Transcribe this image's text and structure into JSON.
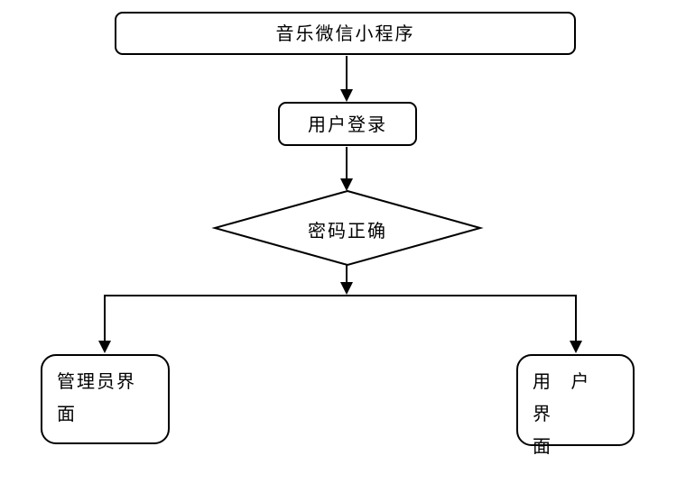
{
  "diagram": {
    "type": "flowchart",
    "title_node": "音乐微信小程序",
    "colors": {
      "background": "#ffffff",
      "stroke": "#000000",
      "node_fill": "#ffffff",
      "text": "#000000"
    },
    "nodes": [
      {
        "id": "start",
        "shape": "rounded-rect",
        "label": "音乐微信小程序"
      },
      {
        "id": "login",
        "shape": "rounded-rect",
        "label": "用户登录"
      },
      {
        "id": "decision",
        "shape": "diamond",
        "label": "密码正确"
      },
      {
        "id": "admin",
        "shape": "rounded-rect",
        "label": "管理员界\n面"
      },
      {
        "id": "user",
        "shape": "rounded-rect",
        "label": "用 户 界\n面"
      }
    ],
    "edges": [
      {
        "from": "start",
        "to": "login",
        "style": "arrow"
      },
      {
        "from": "login",
        "to": "decision",
        "style": "arrow"
      },
      {
        "from": "decision",
        "to": "branch-split",
        "style": "arrow"
      },
      {
        "from": "branch-split",
        "to": "admin",
        "style": "arrow"
      },
      {
        "from": "branch-split",
        "to": "user",
        "style": "arrow"
      }
    ]
  }
}
